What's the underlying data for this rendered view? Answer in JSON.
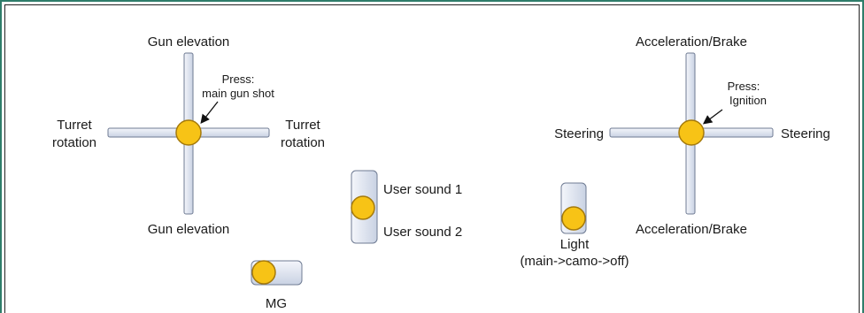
{
  "colors": {
    "stick_fill": "#dde4f0",
    "stick_stroke": "#6f7b93",
    "knob_fill": "#f7c316",
    "knob_stroke": "#a57a0c",
    "text": "#1a1a1a",
    "frame": "#2f7d6a"
  },
  "left_stick": {
    "up": "Gun elevation",
    "down": "Gun elevation",
    "left_line1": "Turret",
    "left_line2": "rotation",
    "right_line1": "Turret",
    "right_line2": "rotation",
    "press_line1": "Press:",
    "press_line2": "main gun shot"
  },
  "right_stick": {
    "up": "Acceleration/Brake",
    "down": "Acceleration/Brake",
    "left": "Steering",
    "right": "Steering",
    "press_line1": "Press:",
    "press_line2": "Ignition"
  },
  "user_sound_switch": {
    "up": "User sound 1",
    "down": "User sound 2"
  },
  "light_switch": {
    "line1": "Light",
    "line2": "(main->camo->off)"
  },
  "mg_switch": {
    "label": "MG"
  }
}
